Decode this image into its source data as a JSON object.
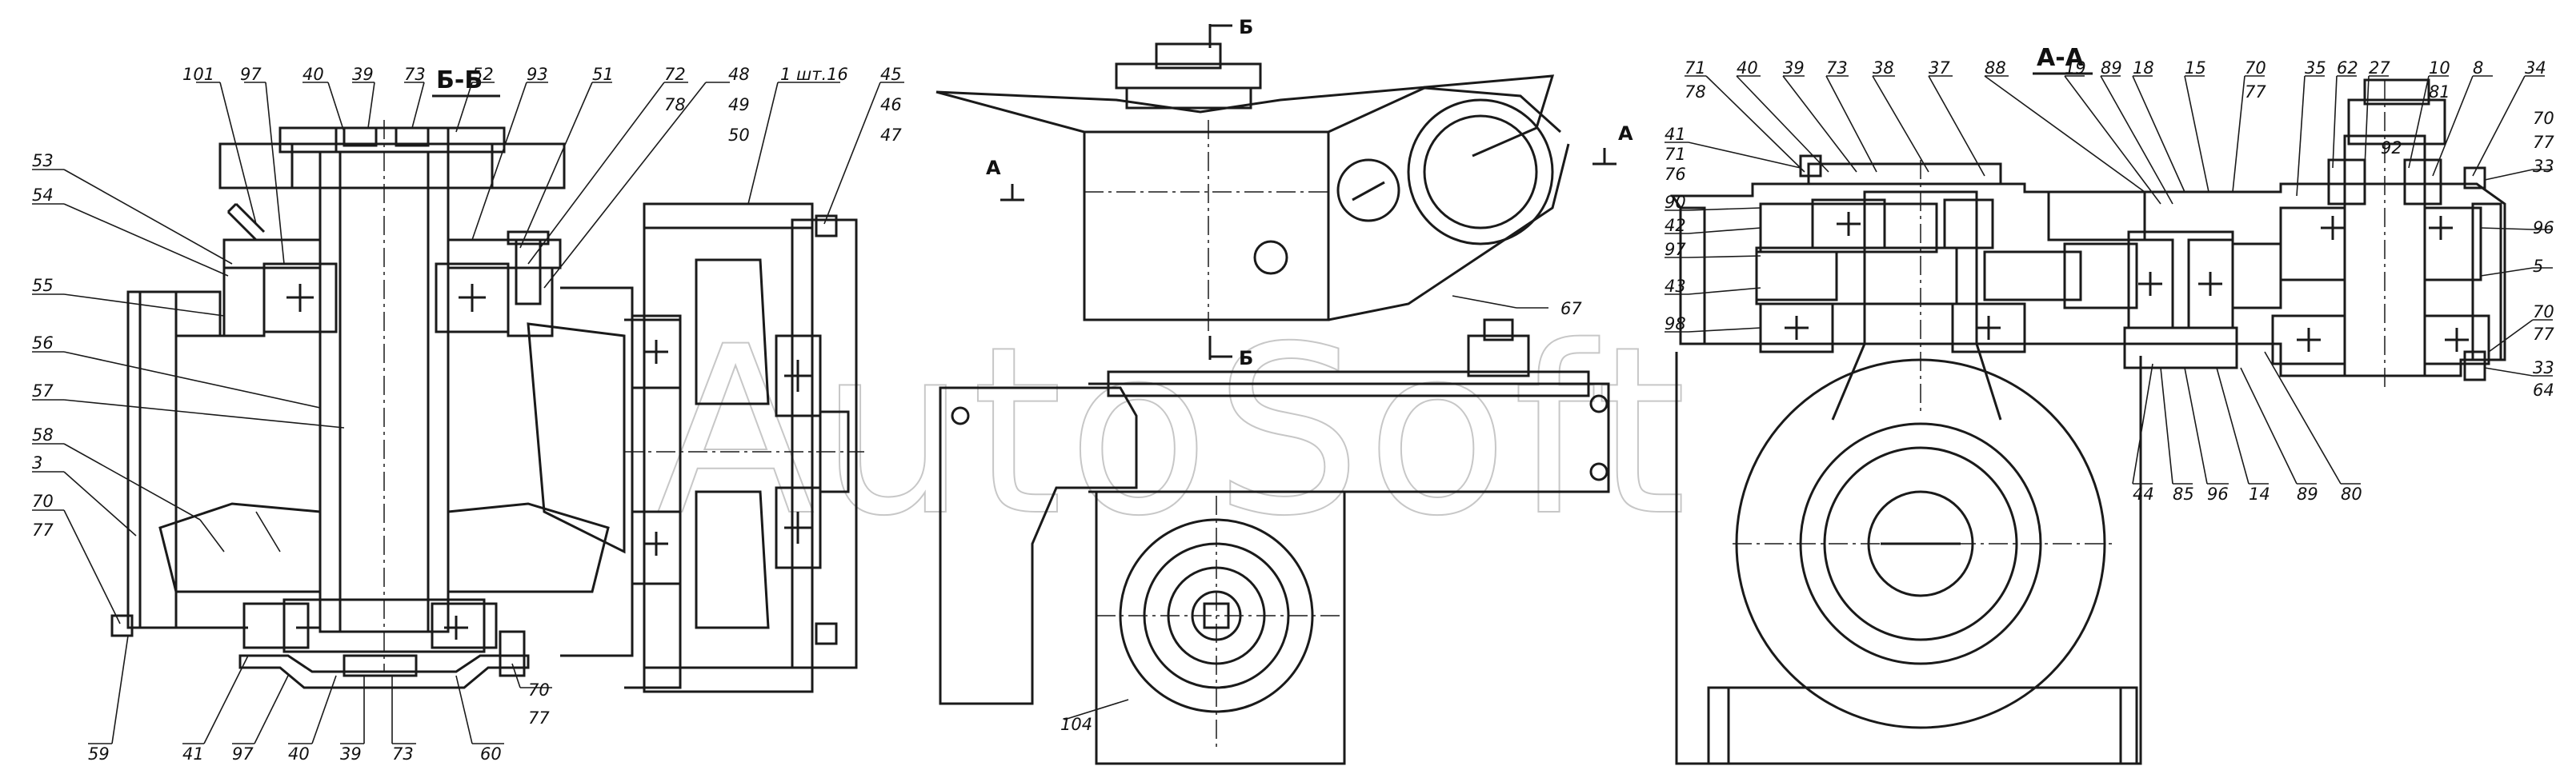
{
  "views": {
    "section_bb": "Б-Б",
    "section_aa": "А-А",
    "cut_a_left": "А",
    "cut_a_right": "А",
    "cut_b_top": "Б",
    "cut_b_bottom": "Б"
  },
  "watermark": "AutoSoft",
  "callouts_left": [
    "101",
    "97",
    "40",
    "39",
    "73",
    "52",
    "93",
    "51",
    "72",
    "78",
    "48",
    "49",
    "50",
    "1 шт.16",
    "45",
    "46",
    "47",
    "53",
    "54",
    "55",
    "56",
    "57",
    "58",
    "3",
    "70",
    "77",
    "59",
    "41",
    "97",
    "40",
    "39",
    "73",
    "60",
    "70",
    "77"
  ],
  "callouts_middle": [
    "67",
    "104"
  ],
  "callouts_right": [
    "71",
    "78",
    "40",
    "39",
    "73",
    "38",
    "37",
    "88",
    "19",
    "89",
    "18",
    "15",
    "70",
    "77",
    "35",
    "62",
    "27",
    "10",
    "81",
    "8",
    "92",
    "34",
    "70",
    "77",
    "41",
    "71",
    "76",
    "90",
    "42",
    "97",
    "43",
    "98",
    "44",
    "85",
    "96",
    "14",
    "89",
    "80",
    "96",
    "5",
    "70",
    "77",
    "33",
    "33",
    "64"
  ]
}
